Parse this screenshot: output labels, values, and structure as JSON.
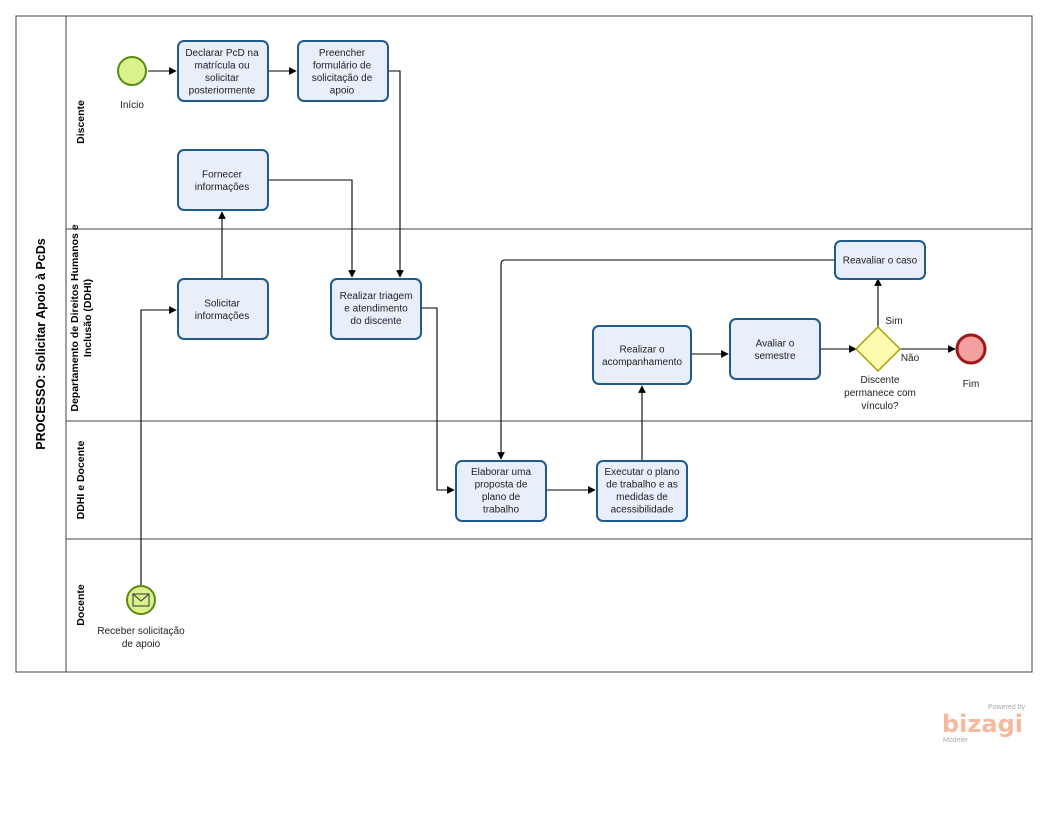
{
  "pool": {
    "title": "PROCESSO: Solicitar Apoio à PcDs"
  },
  "lanes": [
    {
      "id": "discente",
      "label_lines": [
        "Discente"
      ]
    },
    {
      "id": "ddhi",
      "label_lines": [
        "Departamento de Direitos Humanos e",
        "Inclusão (DDHI)"
      ]
    },
    {
      "id": "ddhi-docente",
      "label_lines": [
        "DDHI e Docente"
      ]
    },
    {
      "id": "docente",
      "label_lines": [
        "Docente"
      ]
    }
  ],
  "events": {
    "start": {
      "label": "Início"
    },
    "message_start": {
      "label_lines": [
        "Receber solicitação",
        "de apoio"
      ]
    },
    "end": {
      "label": "Fim"
    }
  },
  "tasks": {
    "declarar": {
      "lines": [
        "Declarar PcD na",
        "matrícula ou",
        "solicitar",
        "posteriormente"
      ]
    },
    "preencher": {
      "lines": [
        "Preencher",
        "formulário de",
        "solicitação de",
        "apoio"
      ]
    },
    "fornecer": {
      "lines": [
        "Fornecer",
        "informações"
      ]
    },
    "solicitar": {
      "lines": [
        "Solicitar",
        "informações"
      ]
    },
    "triagem": {
      "lines": [
        "Realizar triagem",
        "e atendimento",
        "do discente"
      ]
    },
    "reavaliar": {
      "lines": [
        "Reavaliar o caso"
      ]
    },
    "acompanhamento": {
      "lines": [
        "Realizar o",
        "acompanhamento"
      ]
    },
    "avaliar": {
      "lines": [
        "Avaliar o",
        "semestre"
      ]
    },
    "elaborar": {
      "lines": [
        "Elaborar uma",
        "proposta de",
        "plano de",
        "trabalho"
      ]
    },
    "executar": {
      "lines": [
        "Executar o plano",
        "de trabalho e as",
        "medidas de",
        "acessibilidade"
      ]
    }
  },
  "gateway": {
    "label_lines": [
      "Discente",
      "permanece com",
      "vínculo?"
    ],
    "yes_label": "Sim",
    "no_label": "Não"
  },
  "watermark": {
    "powered": "Powered by",
    "brand": "bizagi",
    "product": "Modeler"
  },
  "colors": {
    "task_fill": "#e8eefa",
    "task_stroke": "#1f5b8c",
    "start_fill": "#d9f28c",
    "start_stroke": "#5a8a14",
    "end_fill": "#f2a0a0",
    "end_stroke": "#a01818",
    "gateway_fill": "#fdfbb0",
    "gateway_stroke": "#a6a000"
  }
}
